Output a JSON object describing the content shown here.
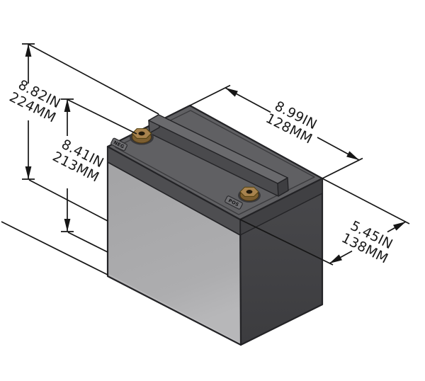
{
  "diagram": {
    "dimensions": {
      "overall_height": {
        "in": "8.82IN",
        "mm": "224MM"
      },
      "inner_height": {
        "in": "8.41IN",
        "mm": "213MM"
      },
      "top_length": {
        "in": "8.99IN",
        "mm": "128MM"
      },
      "depth": {
        "in": "5.45IN",
        "mm": "138MM"
      }
    },
    "terminals": {
      "negative": "NEG",
      "positive": "POS"
    },
    "colors": {
      "background": "#ffffff",
      "line": "#161616",
      "top_face": "#606063",
      "front_face": "#aaaaac",
      "side_face": "#434346",
      "lid_band": "#4e4e51",
      "ridge_top": "#6a6a6d",
      "terminal_brass": "#a8834e"
    }
  }
}
